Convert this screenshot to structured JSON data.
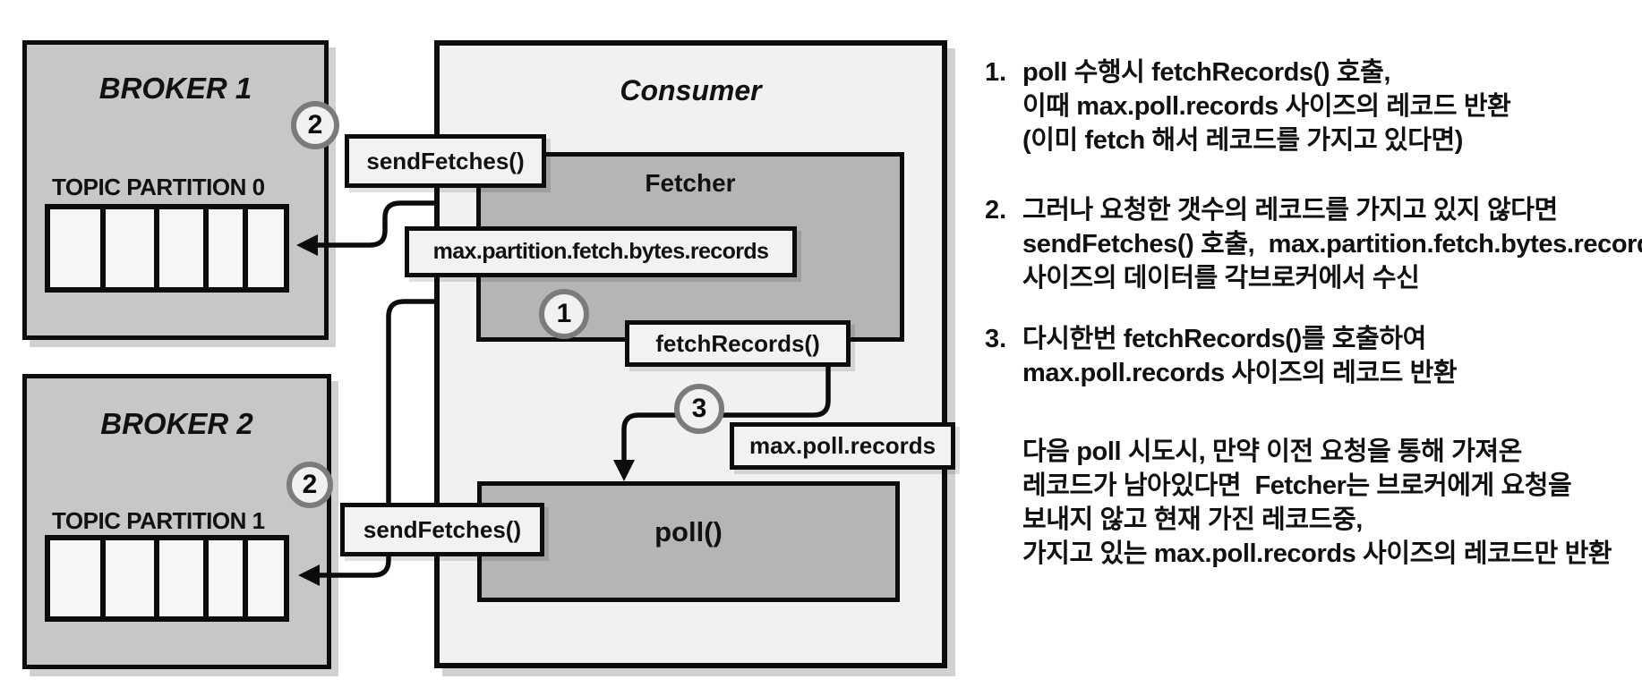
{
  "diagram": {
    "broker1": {
      "title": "BROKER 1",
      "partition_label": "TOPIC PARTITION 0",
      "cells": 5
    },
    "broker2": {
      "title": "BROKER 2",
      "partition_label": "TOPIC PARTITION 1",
      "cells": 5
    },
    "consumer": {
      "title": "Consumer",
      "fetcher_label": "Fetcher",
      "poll_label": "poll()"
    },
    "tags": {
      "send_fetches_top": "sendFetches()",
      "send_fetches_bottom": "sendFetches()",
      "max_partition_fetch": "max.partition.fetch.bytes.records",
      "fetch_records": "fetchRecords()",
      "max_poll_records": "max.poll.records"
    },
    "badges": {
      "step1": "1",
      "step2_broker1": "2",
      "step2_broker2": "2",
      "step3": "3"
    },
    "colors": {
      "broker_fill": "#c7c7c7",
      "consumer_fill": "#f1f1f1",
      "inner_fill": "#b5b5b5",
      "tag_fill": "#f2f2f2",
      "badge_ring": "#7b7b7b",
      "line": "#0c0c0c"
    }
  },
  "notes": {
    "items": [
      {
        "num": "1.",
        "lines": [
          "poll 수행시 fetchRecords() 호출,",
          "이때 max.poll.records 사이즈의 레코드 반환",
          "(이미 fetch 해서 레코드를 가지고 있다면)"
        ]
      },
      {
        "num": "2.",
        "lines": [
          "그러나 요청한 갯수의 레코드를 가지고 있지 않다면",
          "sendFetches() 호출,  max.partition.fetch.bytes.records",
          "사이즈의 데이터를 각브로커에서 수신"
        ]
      },
      {
        "num": "3.",
        "lines": [
          "다시한번 fetchRecords()를 호출하여",
          "max.poll.records 사이즈의 레코드 반환"
        ]
      },
      {
        "num": "",
        "lines": [
          "다음 poll 시도시, 만약 이전 요청을 통해 가져온",
          "레코드가 남아있다면  Fetcher는 브로커에게 요청을",
          "보내지 않고 현재 가진 레코드중,",
          "가지고 있는 max.poll.records 사이즈의 레코드만 반환"
        ]
      }
    ]
  }
}
